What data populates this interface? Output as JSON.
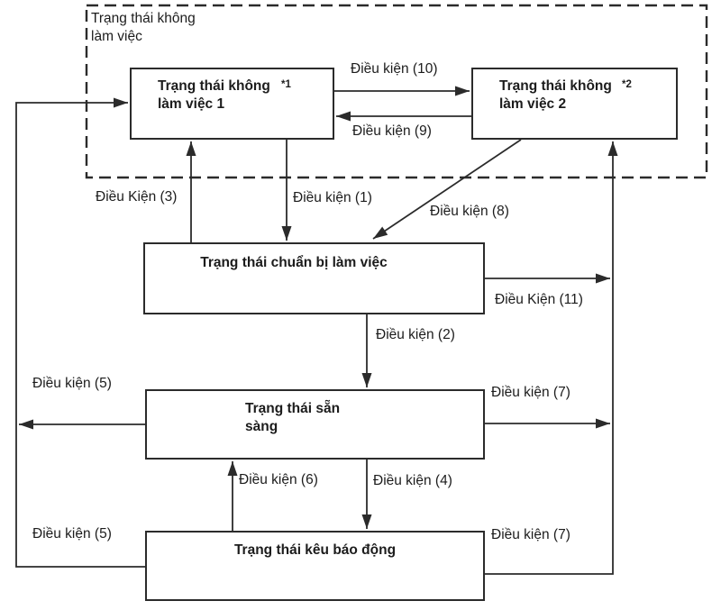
{
  "diagram": {
    "group": {
      "label": "Trạng thái không\nlàm việc"
    },
    "states": {
      "idle1": {
        "label": "Trạng thái không\nlàm việc 1",
        "ref": "*1"
      },
      "idle2": {
        "label": "Trạng thái không\nlàm việc 2",
        "ref": "*2"
      },
      "prepare": {
        "label": "Trạng thái chuẩn bị làm việc"
      },
      "ready": {
        "label": "Trạng thái sẵn\nsàng"
      },
      "alarm": {
        "label": "Trạng thái kêu báo động"
      }
    },
    "conditions": {
      "c1": "Điều kiện (1)",
      "c2": "Điều kiện (2)",
      "c3": "Điều Kiện (3)",
      "c4": "Điều kiện (4)",
      "c5_left_upper": "Điều kiện (5)",
      "c5_left_lower": "Điều kiện (5)",
      "c6": "Điều kiện (6)",
      "c7_right_upper": "Điều kiện (7)",
      "c7_right_lower": "Điều kiện (7)",
      "c8": "Điều kiện (8)",
      "c9": "Điều kiện (9)",
      "c10": "Điều kiện (10)",
      "c11": "Điều Kiện (11)"
    },
    "colors": {
      "line": "#2b2b2b",
      "text": "#1c1c1c",
      "background": "#ffffff"
    }
  }
}
